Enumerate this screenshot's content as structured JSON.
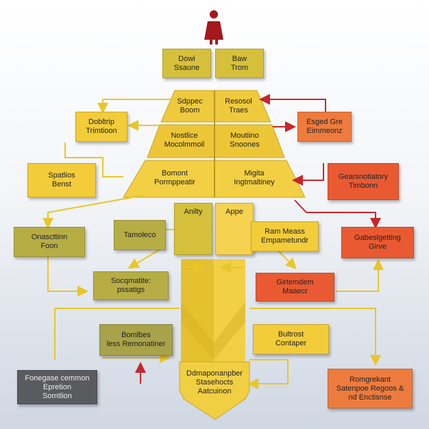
{
  "colors": {
    "yellow": "#f3cc3a",
    "gold": "#d6c03b",
    "olive": "#b7ad45",
    "orange": "#ee7b3e",
    "red": "#ea5a32",
    "dark": "#5a5b5f",
    "figure": "#a3191d",
    "arrow_yellow": "#e8c62a",
    "arrow_red": "#c8262a"
  },
  "figure_icon": "person-icon",
  "center": {
    "top_left": "Dowi\nSsaune",
    "top_right": "Baw\nTrom",
    "t1_left": "Sdppec\nBoom",
    "t1_right": "Resosol\nTraes",
    "t2_left": "Nostlice\nMocolmmoil",
    "t2_right": "Moutiino\nSnoones",
    "t3_left": "Bomont\nPormppeatir",
    "t3_right": "Migita\nIngtmaltiney",
    "t4_left": "Anilty",
    "t4_right": "Appe",
    "bottom": "Ddmaponanpber\nStasehocts\nAatcuinon"
  },
  "left": {
    "b1": "Dobltrip\nTrimtioon",
    "b2": "Spatlios\nBenst",
    "b3": "Onascttinn\nFoon",
    "b4": "Tamoleco",
    "b5": "Socqmatite:\npssatigs",
    "b6": "Bomlbes\nless Remonatiner",
    "b7": "Fonegase cemmon\nEpretion\nSomtlion"
  },
  "right": {
    "b1": "Esged Gre\nEimmeonz",
    "b2": "Gearsnotiatory\nTimbonn",
    "b3": "Gabeslgetting\nGirve",
    "b4": "Ram Meass\nEmpametundr",
    "b5": "Girtemdem\nMaaecr",
    "b6": "Bultrost\nContaper",
    "b7": "Romgrekant\nSatenpoe Regoos &\nnd Enctisnse"
  }
}
